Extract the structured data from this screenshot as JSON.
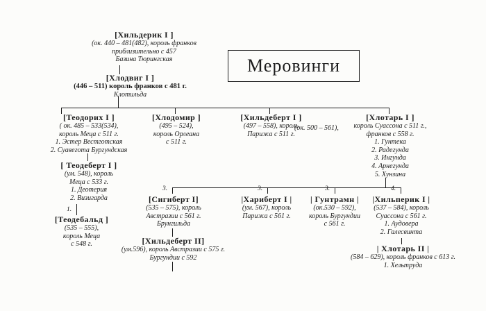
{
  "title": "Меровинги",
  "nodes": {
    "childeric1": {
      "name": "[Хильдерик I ]",
      "lines": [
        "(ок. 440 – 481(482),  король  франков",
        "приблизительно с 457",
        "Базина Тюрингская"
      ]
    },
    "clovis1": {
      "name": "[Хлодвиг I ]",
      "line_bold": "(446 – 511) король франков с 481 г.",
      "line_wife": "Клотильда"
    },
    "theuderic1": {
      "name": "[Теодорих  I ]",
      "lines": [
        "( ок. 485 – 533(534),",
        "король Меца с 511 г.",
        "1. Эстер Вестготская",
        "2. Суавегота Бургундская"
      ]
    },
    "theudebert1": {
      "name": "[ Теодеберт I ]",
      "lines": [
        "(ум. 548), король",
        "Меца с 533 г.",
        "1. Деотерия",
        "2. Визигарда"
      ]
    },
    "theudebald": {
      "name": "[Теодебальд ]",
      "lines": [
        "(535 – 555),",
        "король Меца",
        "с 548 г."
      ]
    },
    "chlodomer": {
      "name": "[Хлодомир ]",
      "lines": [
        "(495 – 524),",
        "король Орлеана",
        "с 511 г."
      ]
    },
    "childebert1": {
      "name": "[Хильдеберт I ]",
      "lines": [
        "(497 – 558), король",
        "Парижа с 511 г."
      ]
    },
    "chlothar1": {
      "name": "[Хлотарь I ]",
      "dates_floating": "(ок. 500 – 561),",
      "lines": [
        "король Суассона с 511 г.,",
        "франков с 558 г.",
        "1. Гунтека",
        "2. Радегунда",
        "3. Ингунда",
        "4. Арнегунда",
        "5. Хунзина"
      ]
    },
    "sigebert1": {
      "name": "[Сигиберт I]",
      "lines": [
        "(535 – 575), король",
        "Австразии с 561 г.",
        "Брунгильда"
      ]
    },
    "childebert2": {
      "name": "[Хильдеберт II]",
      "lines": [
        "(ум.596), король Австразии с 575 г.",
        "Бургундии с 592"
      ]
    },
    "charibert1": {
      "name": "|Хариберт I |",
      "lines": [
        "(ум. 567), король",
        "Парижа с 561 г."
      ]
    },
    "guntram": {
      "name": "| Гунтрамн |",
      "lines": [
        "(ок.530 – 592),",
        "король Бургундии",
        "с 561 г."
      ]
    },
    "chilperic1": {
      "name": "|Хильперик I |",
      "lines": [
        "(537 – 584), король",
        "Суассона с 561 г.",
        "1. Аудовера",
        "2. Галесвинта"
      ]
    },
    "chlothar2": {
      "name": "| Хлотарь II |",
      "lines": [
        "(584 – 629), король франков с 613 г.",
        "1. Хельтруда"
      ]
    }
  },
  "branch_numbers": {
    "theudebald": "1.",
    "sigebert": "3.",
    "charibert": "3.",
    "guntram": "3.",
    "chilperic": "4."
  }
}
